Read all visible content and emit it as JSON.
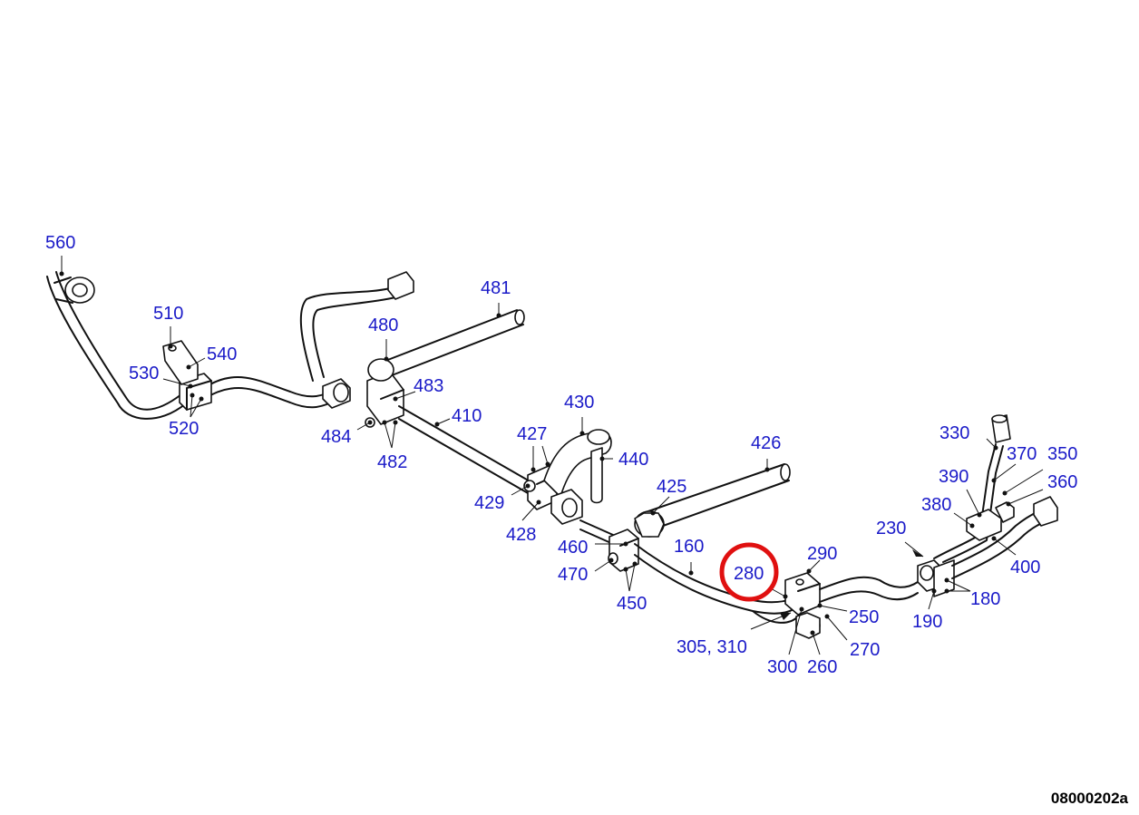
{
  "drawing": {
    "id": "08000202a",
    "highlight_color": "#e01010",
    "label_color": "#1a1ac8",
    "highlighted_part": "280"
  },
  "parts": [
    {
      "key": "p560",
      "text": "560"
    },
    {
      "key": "p510",
      "text": "510"
    },
    {
      "key": "p540",
      "text": "540"
    },
    {
      "key": "p530",
      "text": "530"
    },
    {
      "key": "p520",
      "text": "520"
    },
    {
      "key": "p481",
      "text": "481"
    },
    {
      "key": "p480",
      "text": "480"
    },
    {
      "key": "p483",
      "text": "483"
    },
    {
      "key": "p410",
      "text": "410"
    },
    {
      "key": "p484",
      "text": "484"
    },
    {
      "key": "p482",
      "text": "482"
    },
    {
      "key": "p430",
      "text": "430"
    },
    {
      "key": "p427",
      "text": "427"
    },
    {
      "key": "p440",
      "text": "440"
    },
    {
      "key": "p429",
      "text": "429"
    },
    {
      "key": "p428",
      "text": "428"
    },
    {
      "key": "p426",
      "text": "426"
    },
    {
      "key": "p425",
      "text": "425"
    },
    {
      "key": "p460",
      "text": "460"
    },
    {
      "key": "p470",
      "text": "470"
    },
    {
      "key": "p450",
      "text": "450"
    },
    {
      "key": "p160",
      "text": "160"
    },
    {
      "key": "p280",
      "text": "280"
    },
    {
      "key": "p290",
      "text": "290"
    },
    {
      "key": "p250",
      "text": "250"
    },
    {
      "key": "p270",
      "text": "270"
    },
    {
      "key": "p260",
      "text": "260"
    },
    {
      "key": "p300",
      "text": "300"
    },
    {
      "key": "p305_310",
      "text": "305, 310"
    },
    {
      "key": "p330",
      "text": "330"
    },
    {
      "key": "p370",
      "text": "370"
    },
    {
      "key": "p350",
      "text": "350"
    },
    {
      "key": "p390",
      "text": "390"
    },
    {
      "key": "p360",
      "text": "360"
    },
    {
      "key": "p380",
      "text": "380"
    },
    {
      "key": "p230",
      "text": "230"
    },
    {
      "key": "p400",
      "text": "400"
    },
    {
      "key": "p180",
      "text": "180"
    },
    {
      "key": "p190",
      "text": "190"
    }
  ]
}
